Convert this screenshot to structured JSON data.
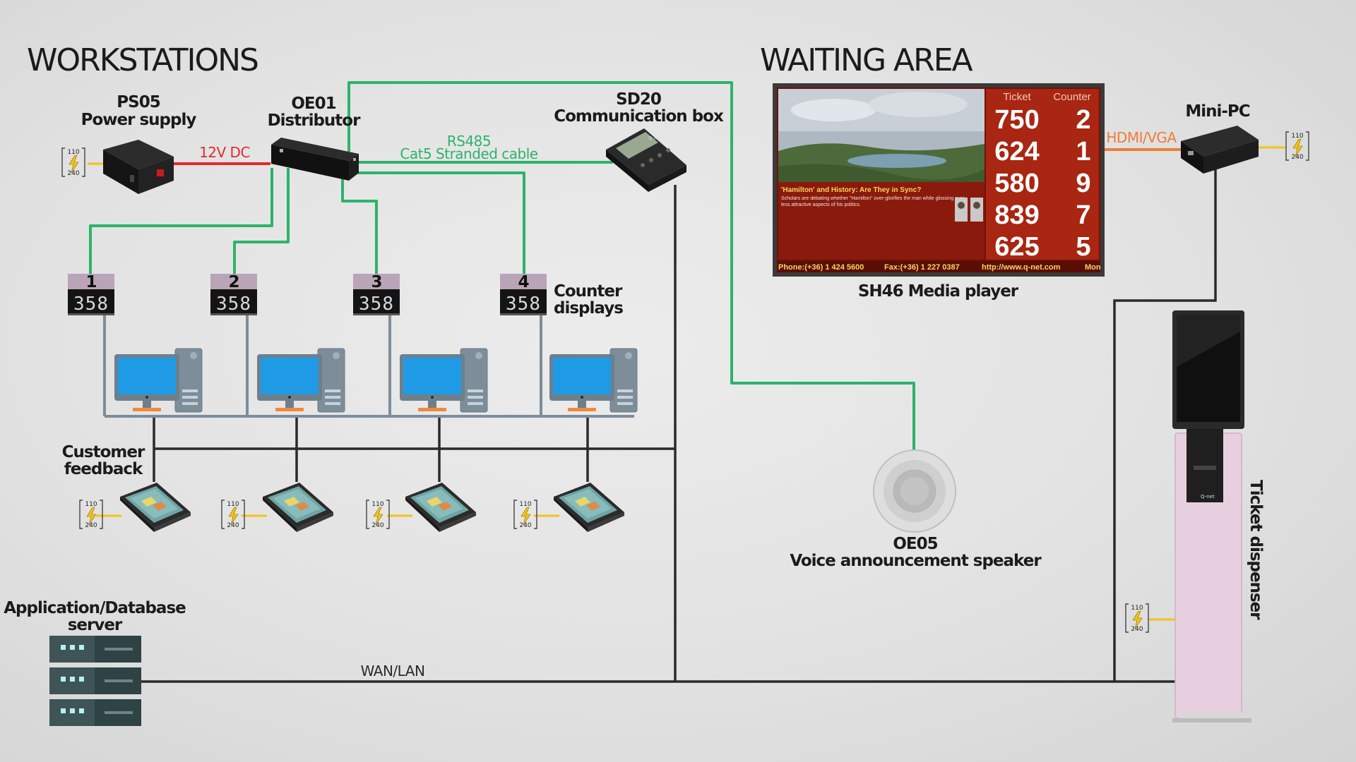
{
  "sections": {
    "workstations": "WORKSTATIONS",
    "waiting_area": "WAITING AREA"
  },
  "devices": {
    "ps05": {
      "model": "PS05",
      "name": "Power supply"
    },
    "oe01": {
      "model": "OE01",
      "name": "Distributor"
    },
    "sd20": {
      "model": "SD20",
      "name": "Communication box"
    },
    "counter_displays": {
      "name_line1": "Counter",
      "name_line2": "displays"
    },
    "customer_feedback": {
      "line1": "Customer",
      "line2": "feedback"
    },
    "server": {
      "line1": "Application/Database",
      "line2": "server"
    },
    "media_player": {
      "name": "SH46 Media player"
    },
    "mini_pc": {
      "name": "Mini-PC"
    },
    "speaker": {
      "model": "OE05",
      "name": "Voice announcement speaker"
    },
    "ticket_dispenser": {
      "name": "Ticket dispenser"
    }
  },
  "cables": {
    "dc": "12V DC",
    "rs485_line1": "RS485",
    "rs485_line2": "Cat5 Stranded cable",
    "hdmi": "HDMI/VGA",
    "wan": "WAN/LAN"
  },
  "counters": [
    {
      "number": "1",
      "display": "358"
    },
    {
      "number": "2",
      "display": "358"
    },
    {
      "number": "3",
      "display": "358"
    },
    {
      "number": "4",
      "display": "358"
    }
  ],
  "power_label": {
    "top": "110",
    "bottom": "240"
  },
  "screen": {
    "header_ticket": "Ticket",
    "header_counter": "Counter",
    "rows": [
      {
        "ticket": "750",
        "counter": "2"
      },
      {
        "ticket": "624",
        "counter": "1"
      },
      {
        "ticket": "580",
        "counter": "9"
      },
      {
        "ticket": "839",
        "counter": "7"
      },
      {
        "ticket": "625",
        "counter": "5"
      }
    ],
    "news_title": "'Hamilton' and History: Are They in Sync?",
    "news_body_1": "Scholars are debating whether \"Hamilton\" over-glorifies the man while glossing over",
    "news_body_2": "less attractive aspects of his politics.",
    "ticker_phone": "Phone:(+36) 1 424 5600",
    "ticker_fax": "Fax:(+36) 1 227 0387",
    "ticker_url": "http://www.q-net.com",
    "ticker_day": "Mon"
  },
  "colors": {
    "rs485": "#2db36b",
    "dc": "#e02b2b",
    "hdmi": "#ee7d33",
    "power": "#f2c21b",
    "lan": "#2a2a2a",
    "net": "#7c8d9c"
  },
  "icons": {
    "power": "lightning-bolt-icon",
    "workstation": "desktop-computer-icon",
    "server": "server-rack-icon"
  }
}
